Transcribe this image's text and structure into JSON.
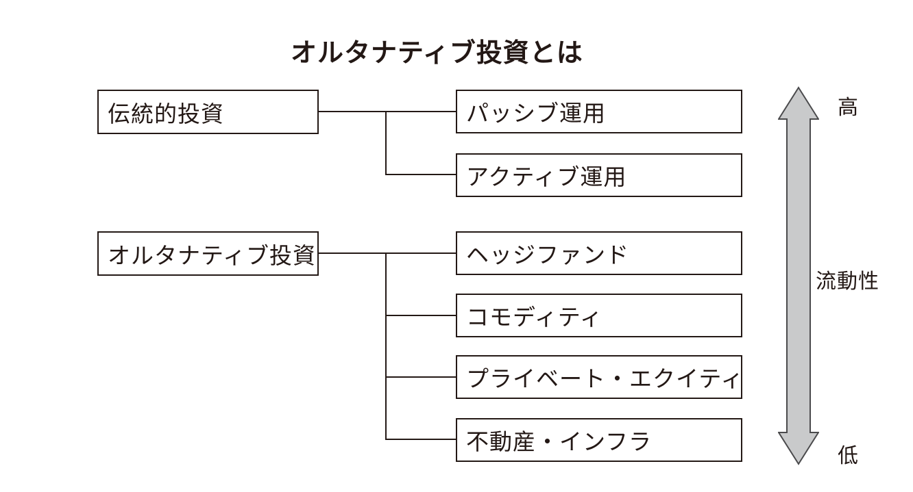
{
  "title": "オルタナティブ投資とは",
  "groups": [
    {
      "parent": "伝統的投資",
      "children": [
        "パッシブ運用",
        "アクティブ運用"
      ]
    },
    {
      "parent": "オルタナティブ投資",
      "children": [
        "ヘッジファンド",
        "コモディティ",
        "プライベート・エクイティ",
        "不動産・インフラ"
      ]
    }
  ],
  "axis": {
    "top_label": "高",
    "middle_label": "流動性",
    "bottom_label": "低"
  },
  "colors": {
    "line": "#231815",
    "arrow_fill": "#c9cacb",
    "arrow_stroke": "#4a4a4c",
    "background": "#ffffff"
  }
}
